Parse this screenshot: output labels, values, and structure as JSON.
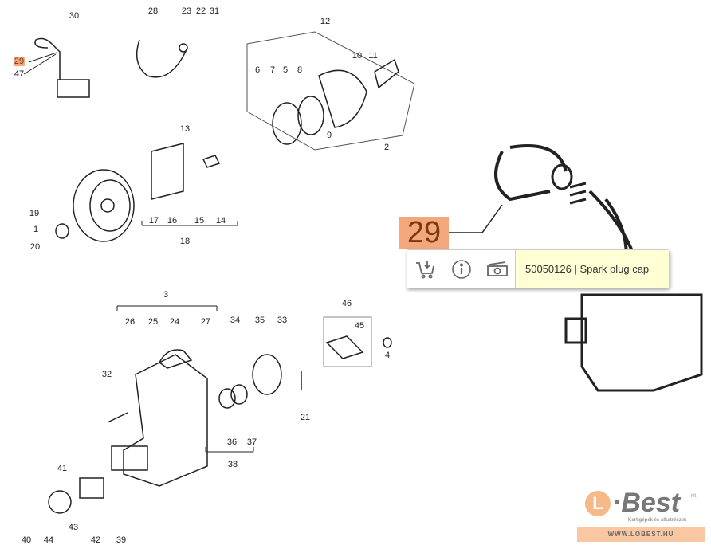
{
  "labels": [
    "30",
    "29",
    "47",
    "28",
    "23",
    "22",
    "31",
    "12",
    "6",
    "7",
    "5",
    "8",
    "10",
    "11",
    "9",
    "2",
    "13",
    "19",
    "1",
    "20",
    "17",
    "16",
    "15",
    "14",
    "18",
    "3",
    "26",
    "25",
    "24",
    "27",
    "34",
    "35",
    "33",
    "46",
    "45",
    "4",
    "32",
    "21",
    "36",
    "37",
    "38",
    "41",
    "40",
    "44",
    "42",
    "43",
    "39"
  ],
  "callout": {
    "number": "29"
  },
  "tooltip": {
    "text": "50050126 | Spark plug cap",
    "icons": [
      "cart-add-icon",
      "info-icon",
      "money-icon"
    ]
  },
  "logo": {
    "word": "Best",
    "kft": "kft.",
    "tagline": "Kertigépek és alkatrészek",
    "url": "WWW.LOBEST.HU",
    "letter": "L"
  },
  "colors": {
    "highlight": "#f4a77a",
    "tooltip_bg": "#ffffd6"
  }
}
